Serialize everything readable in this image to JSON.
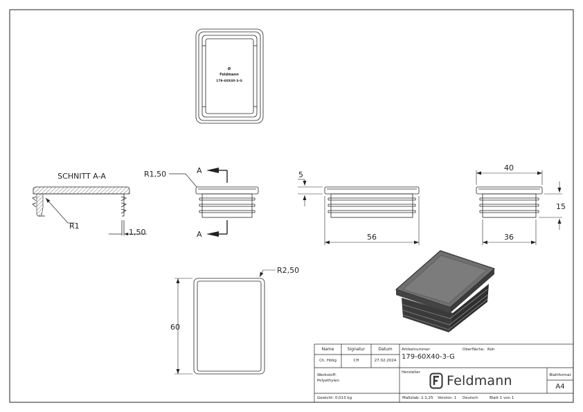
{
  "views": {
    "section_title": "SCHNITT A-A",
    "dim_r1_50": "R1,50",
    "dim_r1": "R1",
    "dim_1_50": "1,50",
    "section_marker_top": "A",
    "section_marker_bottom": "A",
    "dim_5": "5",
    "dim_56": "56",
    "dim_40": "40",
    "dim_36": "36",
    "dim_15": "15",
    "dim_60": "60",
    "dim_r2_50": "R2,50",
    "cap_label_symbol": "Ø",
    "cap_label_brand": "Feldmann",
    "cap_label_article": "179-60X40-3-G"
  },
  "title_block": {
    "name_header": "Name",
    "signatur_header": "Signatur",
    "datum_header": "Datum",
    "name_value": "Ch. Hölig",
    "signatur_value": "CH",
    "datum_value": "27.02.2024",
    "artikelnummer_label": "Artikelnummer",
    "artikelnummer_value": "179-60X40-3-G",
    "oberflaeche_label": "Oberfläche:",
    "oberflaeche_value": "Roh",
    "werkstoff_label": "Werkstoff:",
    "werkstoff_value": "Polyethylen",
    "hersteller_label": "Hersteller",
    "brand_name": "Feldmann",
    "blattformat_label": "Blattformat",
    "blattformat_value": "A4",
    "gewicht": "Gewicht: 0,013 kg",
    "massstab": "Maßstab: 1:1,25",
    "version": "Version: 1",
    "sprache": "Deutsch",
    "blatt": "Blatt 1 von 1"
  },
  "colors": {
    "line": "#222222",
    "iso_dark": "#444444",
    "iso_top": "#6f6f6f"
  }
}
